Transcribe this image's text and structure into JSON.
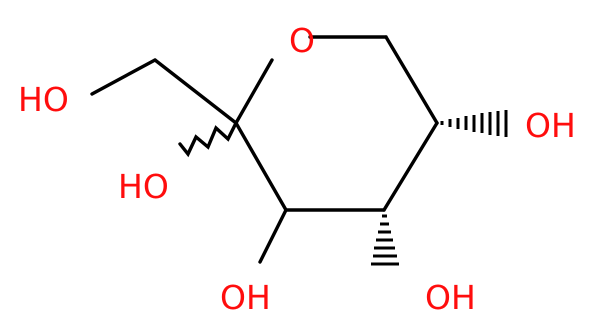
{
  "molecule": {
    "atoms": {
      "ring_oxygen": {
        "label": "O",
        "color": "#ff0d0d"
      },
      "hydroxymethyl_oh": {
        "label": "HO",
        "color": "#ff0d0d"
      },
      "anomeric_oh": {
        "label": "HO",
        "color": "#ff0d0d"
      },
      "c3_oh": {
        "label": "OH",
        "color": "#ff0d0d"
      },
      "c4_oh": {
        "label": "OH",
        "color": "#ff0d0d"
      },
      "c5_oh": {
        "label": "OH",
        "color": "#ff0d0d"
      }
    },
    "bond_color": "#000000",
    "stereo": {
      "c2": "undefined (wavy bond)",
      "c4": "hashed wedge",
      "c5": "hashed wedge"
    }
  }
}
